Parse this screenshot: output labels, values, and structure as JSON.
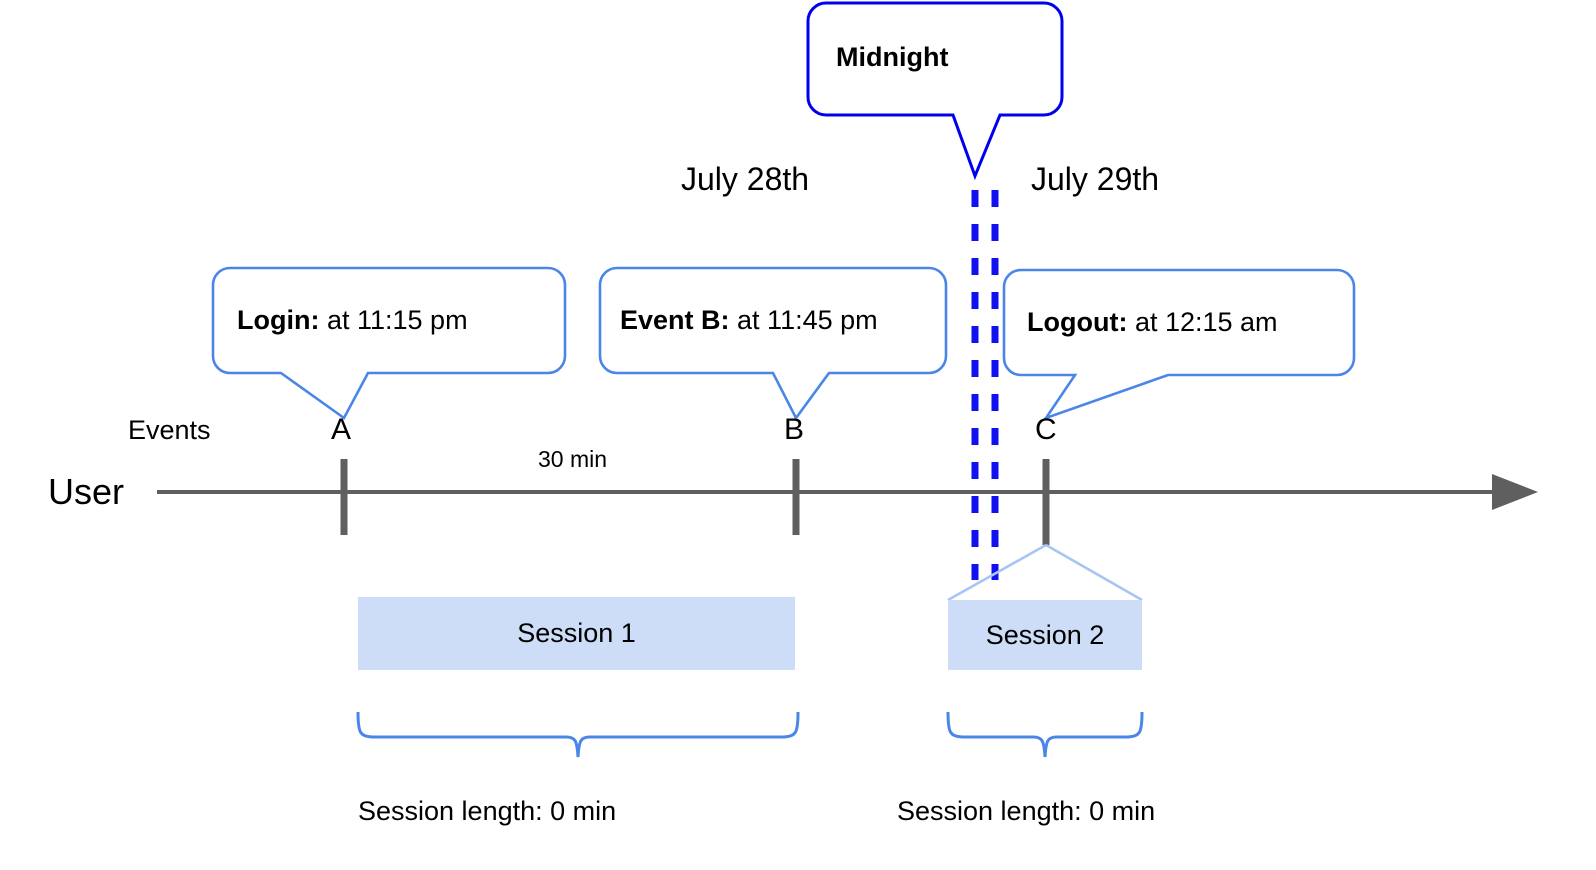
{
  "diagram": {
    "title_callout": {
      "label": "Midnight",
      "border_color": "#0000ee"
    },
    "dates": [
      {
        "label": "July 28th"
      },
      {
        "label": "July 29th"
      }
    ],
    "event_callouts": [
      {
        "name": "login",
        "label": "Login:",
        "value": " at 11:15 pm",
        "border_color": "#4a86e8"
      },
      {
        "name": "event-b",
        "label": "Event B:",
        "value": " at 11:45 pm",
        "border_color": "#4a86e8"
      },
      {
        "name": "logout",
        "label": "Logout:",
        "value": " at 12:15 am",
        "border_color": "#4a86e8"
      }
    ],
    "axis": {
      "row_label": "User",
      "events_label": "Events",
      "line_color": "#5f5f5f"
    },
    "markers": [
      {
        "id": "A",
        "label": "A"
      },
      {
        "id": "B",
        "label": "B"
      },
      {
        "id": "C",
        "label": "C"
      }
    ],
    "duration_label": "30 min",
    "sessions": [
      {
        "label": "Session 1",
        "fill": "#cddcf7",
        "length_label": "Session length: 0 min"
      },
      {
        "label": "Session 2",
        "fill": "#cddcf7",
        "length_label": "Session length: 0 min"
      }
    ],
    "midnight_line_color": "#1010f0"
  }
}
